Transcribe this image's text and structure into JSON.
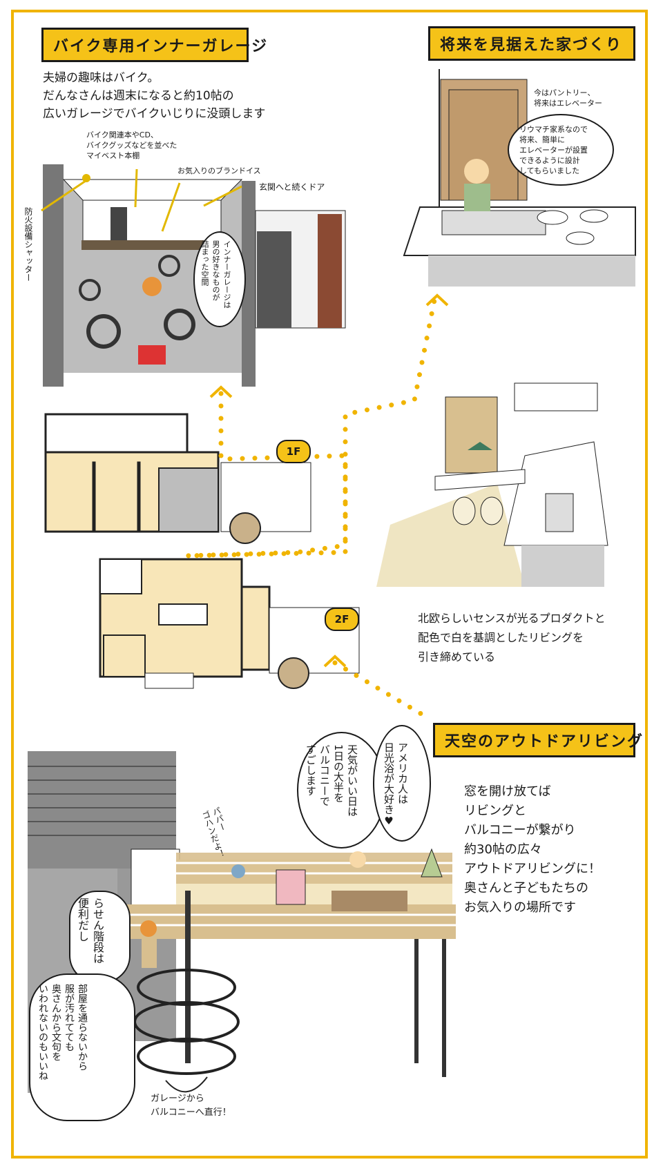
{
  "colors": {
    "accent": "#f5c218",
    "frame": "#f0b400",
    "wood": "#d8bf8f",
    "floor": "#f8e6b8",
    "gray": "#a7a7a7"
  },
  "garage": {
    "title": "バイク専用インナーガレージ",
    "intro": "夫婦の趣味はバイク。\nだんなさんは週末になると約10帖の\n広いガレージでバイクいじりに没頭します",
    "label_shelf": "バイク関連本やCD、\nバイクグッズなどを並べた\nマイベスト本棚",
    "label_chair": "お気入りのブランドイス",
    "label_door": "玄関へと続くドア",
    "label_shutter": "防火設備シャッター",
    "bubble": "インナーガレージは\n男の好きなものが\n詰まった空間"
  },
  "future": {
    "title": "将来を見据えた家づくり",
    "note": "今はパントリー、\n将来はエレベーター",
    "bubble": "リウマチ家系なので\n将来、簡単に\nエレベーターが設置\nできるように設計\nしてもらいました"
  },
  "floorplan": {
    "first": "1F",
    "second": "2F"
  },
  "living": {
    "caption": "北欧らしいセンスが光るプロダクトと\n配色で白を基調としたリビングを\n引き締めている"
  },
  "outdoor": {
    "title": "天空のアウトドアリビング",
    "caption": "窓を開け放てば\nリビングと\nバルコニーが繋がり\n約30帖の広々\nアウトドアリビングに！\n奥さんと子どもたちの\nお気入りの場所です",
    "bubble_wife_a": "アメリカ人は\n日光浴が大好き♥",
    "bubble_wife_b": "天気がいい日は\n1日の大半を\nバルコニーで\nすごします",
    "bubble_kid": "パパー\nゴハンだよ！",
    "bubble_husband_a": "らせん階段は\n便利だし",
    "bubble_husband_b": "部屋を通らないから\n服が汚れてても\n奥さんから文句を\nいわれないのもいいね",
    "arrow_note": "ガレージから\nバルコニーへ直行！"
  }
}
